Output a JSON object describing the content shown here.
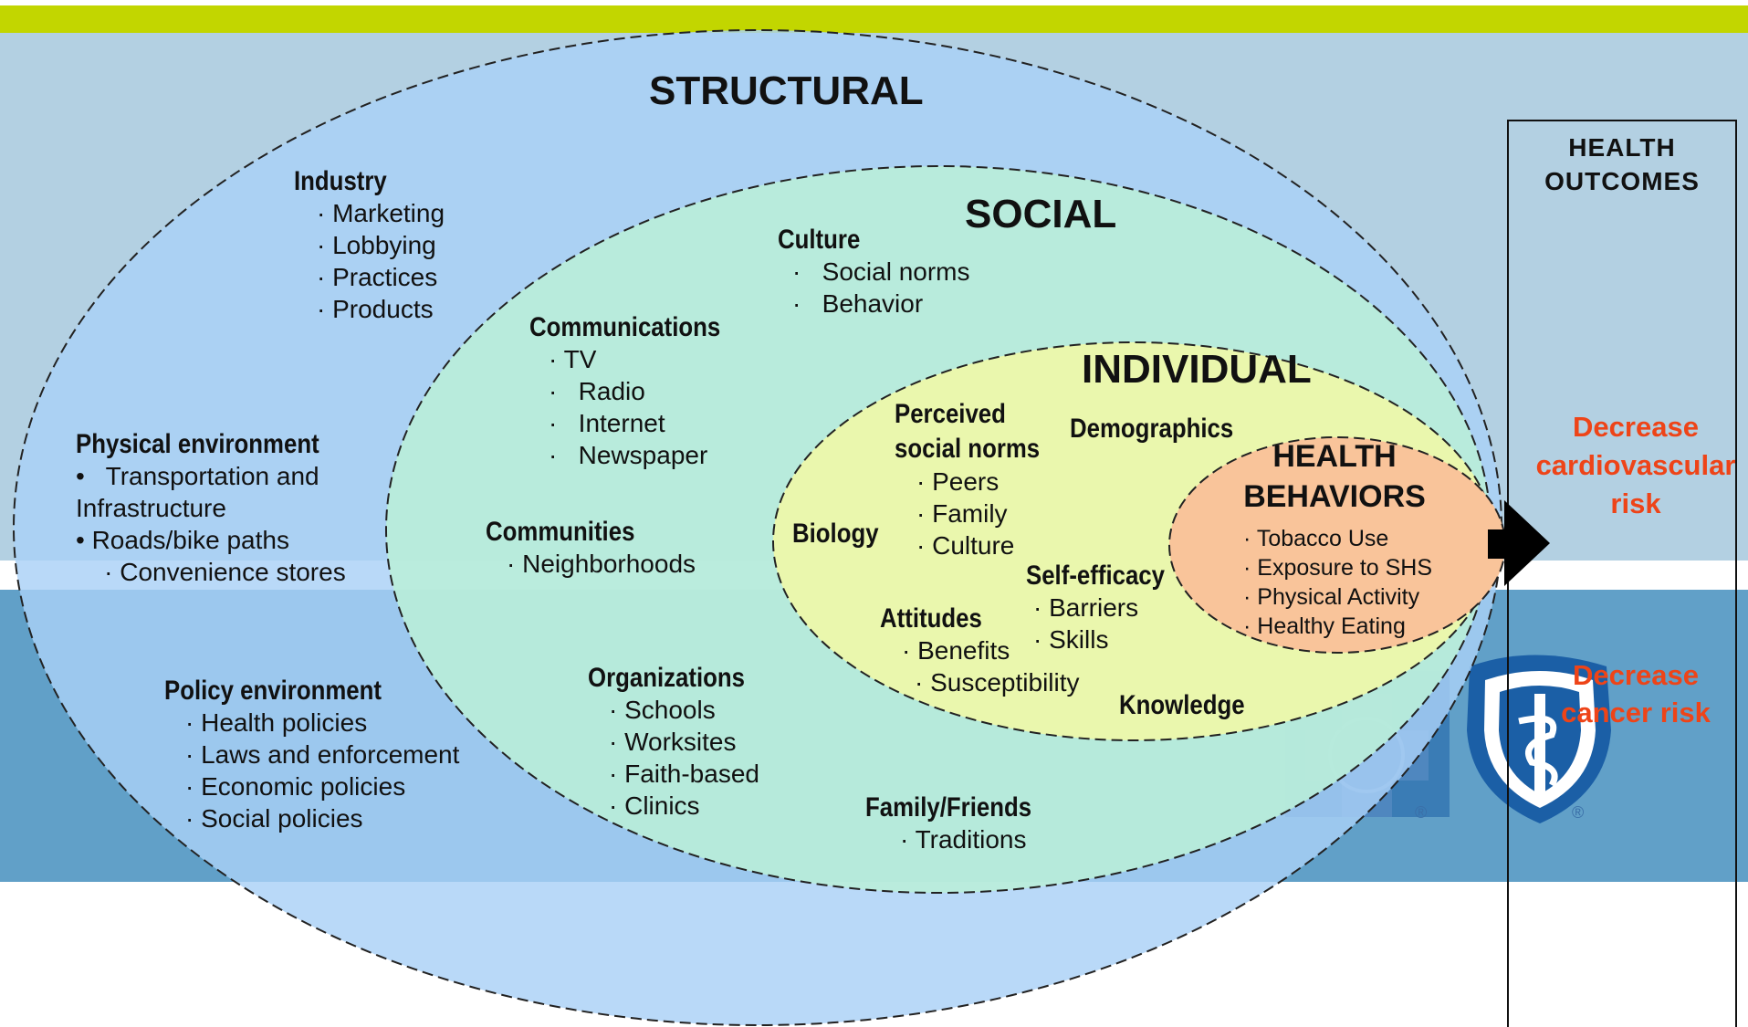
{
  "colors": {
    "top_bar": "#c2d600",
    "band_upper": "#b3d0e2",
    "band_lower": "#61a0c8",
    "structural_fill": "#a9d1f7",
    "social_fill": "#b9eed8",
    "individual_fill": "#eef7a9",
    "behaviors_fill": "#f9c49a",
    "outcome_text": "#ee4418",
    "logo_blue": "#1b5fa6"
  },
  "structural": {
    "title": "STRUCTURAL",
    "industry": {
      "heading": "Industry",
      "items": [
        "· Marketing",
        "· Lobbying",
        "· Practices",
        "· Products"
      ]
    },
    "physical": {
      "heading": "Physical environment",
      "items": [
        "•   Transportation and",
        "Infrastructure",
        "• Roads/bike paths",
        "    · Convenience stores"
      ]
    },
    "policy": {
      "heading": "Policy environment",
      "items": [
        "· Health policies",
        "· Laws and enforcement",
        "· Economic policies",
        "· Social policies"
      ]
    }
  },
  "social": {
    "title": "SOCIAL",
    "culture": {
      "heading": "Culture",
      "items": [
        "·   Social norms",
        "·   Behavior"
      ]
    },
    "communications": {
      "heading": "Communications",
      "items": [
        "· TV",
        "·   Radio",
        "·   Internet",
        "·   Newspaper"
      ]
    },
    "communities": {
      "heading": "Communities",
      "items": [
        "· Neighborhoods"
      ]
    },
    "organizations": {
      "heading": "Organizations",
      "items": [
        "· Schools",
        "· Worksites",
        "· Faith-based",
        "· Clinics"
      ]
    },
    "family": {
      "heading": "Family/Friends",
      "items": [
        "· Traditions"
      ]
    }
  },
  "individual": {
    "title": "INDIVIDUAL",
    "perceived": {
      "heading_line1": "Perceived",
      "heading_line2": "social norms",
      "items": [
        "· Peers",
        "· Family",
        "· Culture"
      ]
    },
    "demographics": "Demographics",
    "biology": "Biology",
    "self_efficacy": {
      "heading": "Self-efficacy",
      "items": [
        "· Barriers",
        "· Skills"
      ]
    },
    "attitudes": {
      "heading": "Attitudes",
      "items": [
        "· Benefits",
        "· Susceptibility"
      ]
    },
    "knowledge": "Knowledge"
  },
  "health_behaviors": {
    "title_line1": "HEALTH",
    "title_line2": "BEHAVIORS",
    "items": [
      "· Tobacco Use",
      "· Exposure to SHS",
      "· Physical Activity",
      "· Healthy Eating"
    ]
  },
  "health_outcomes": {
    "title_line1": "HEALTH",
    "title_line2": "OUTCOMES",
    "outcome1_line1": "Decrease",
    "outcome1_line2": "cardiovascular",
    "outcome1_line3": "risk",
    "outcome2_line1": "Decrease",
    "outcome2_line2": "cancer risk"
  },
  "logos": {
    "registered_mark_1": "®",
    "registered_mark_2": "®"
  },
  "icons": {
    "arrow": "right-arrow-icon",
    "cross": "blue-cross-logo-icon",
    "shield": "blue-shield-logo-icon"
  }
}
